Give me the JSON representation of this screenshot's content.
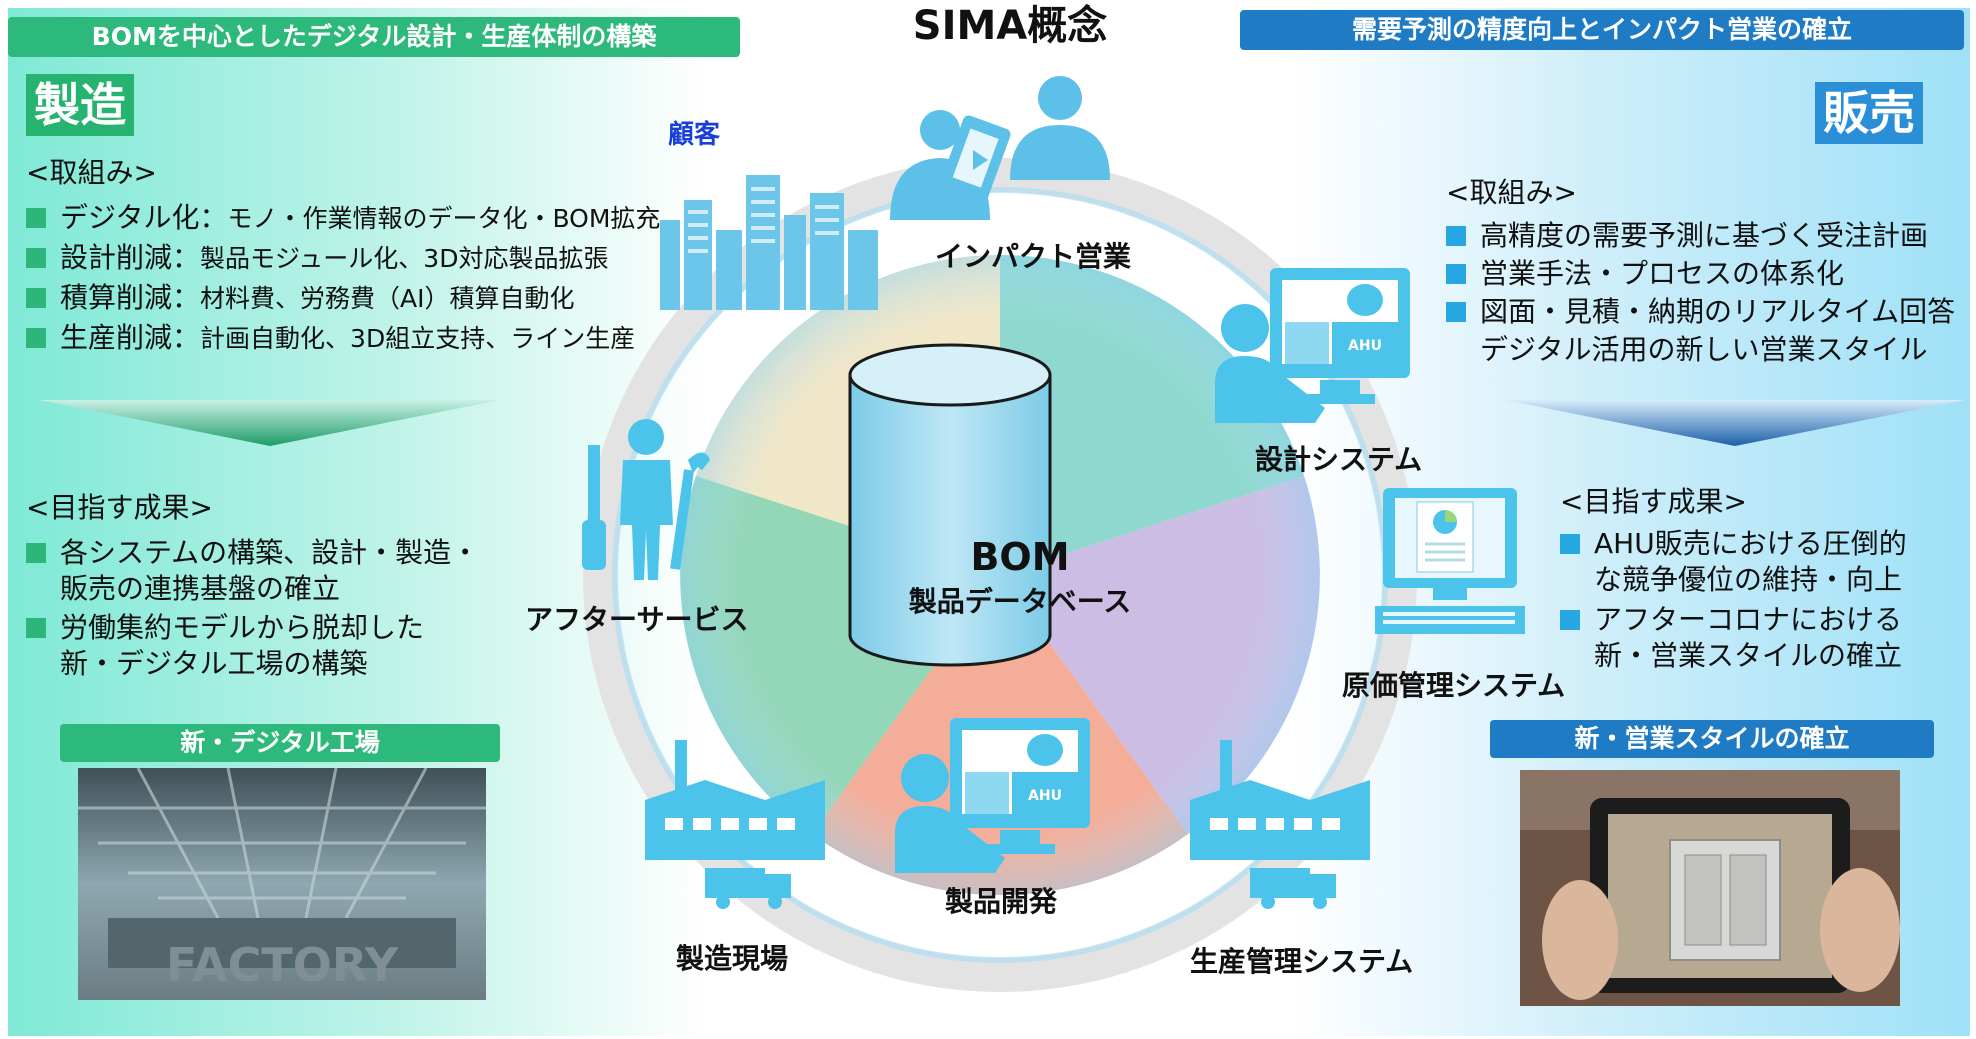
{
  "title": "SIMA概念",
  "left": {
    "banner": "BOMを中心としたデジタル設計・生産体制の構築",
    "label": "製造",
    "efforts_heading": "<取組み>",
    "efforts": [
      {
        "head": "デジタル化",
        "sep": "：",
        "body": "モノ・作業情報のデータ化・BOM拡充"
      },
      {
        "head": "設計削減",
        "sep": "：",
        "body": "製品モジュール化、3D対応製品拡張"
      },
      {
        "head": "積算削減",
        "sep": "：",
        "body": "材料費、労務費（AI）積算自動化"
      },
      {
        "head": "生産削減",
        "sep": "：",
        "body": "計画自動化、3D組立支持、ライン生産"
      }
    ],
    "goals_heading": "<目指す成果>",
    "goals": [
      [
        "各システムの構築、設計・製造・",
        "販売の連携基盤の確立"
      ],
      [
        "労働集約モデルから脱却した",
        "新・デジタル工場の構築"
      ]
    ],
    "photo_banner": "新・デジタル工場",
    "photo_text": "FACTORY"
  },
  "right": {
    "banner": "需要予測の精度向上とインパクト営業の確立",
    "label": "販売",
    "efforts_heading": "<取組み>",
    "efforts": [
      [
        "高精度の需要予測に基づく受注計画"
      ],
      [
        "営業手法・プロセスの体系化"
      ],
      [
        "図面・見積・納期のリアルタイム回答",
        "デジタル活用の新しい営業スタイル"
      ]
    ],
    "goals_heading": "<目指す成果>",
    "goals": [
      [
        "AHU販売における圧倒的",
        "な競争優位の維持・向上"
      ],
      [
        "アフターコロナにおける",
        "新・営業スタイルの確立"
      ]
    ],
    "photo_banner": "新・営業スタイルの確立"
  },
  "center": {
    "customer": "顧客",
    "bom": "BOM",
    "bom_sub": "製品データベース",
    "nodes": {
      "impact_sales": "インパクト営業",
      "design_system": "設計システム",
      "cost_system": "原価管理システム",
      "production_system": "生産管理システム",
      "product_dev": "製品開発",
      "factory_floor": "製造現場",
      "after_service": "アフターサービス"
    },
    "ahu_label": "AHU"
  },
  "colors": {
    "green_banner": "#2db97b",
    "blue_banner": "#1f7bc4",
    "icon_blue": "#4cc3ea",
    "seg_teal": "#7fd7cc",
    "seg_lavender": "#c6b6e0",
    "seg_salmon": "#f3a994",
    "seg_green": "#8fd3b3",
    "seg_tan": "#efe3c2"
  }
}
